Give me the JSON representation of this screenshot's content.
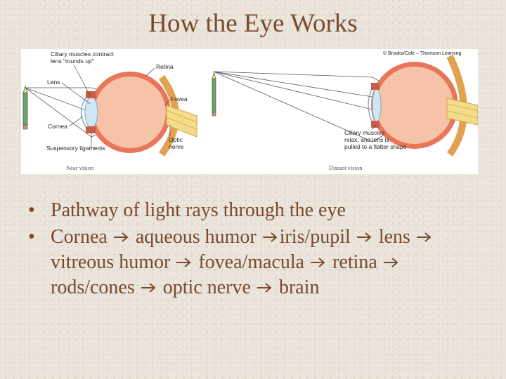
{
  "slide": {
    "title": "How the Eye Works"
  },
  "figure": {
    "near": {
      "ciliary_label_line1": "Ciliary muscles contract",
      "ciliary_label_line2": "lens \"rounds up\"",
      "lens_label": "Lens",
      "cornea_label": "Cornea",
      "suspensory_label": "Suspensory ligaments",
      "retina_label": "Retina",
      "fovea_label": "Fovea",
      "optic_line1": "Optic",
      "optic_line2": "nerve",
      "caption": "Near vision"
    },
    "distant": {
      "copyright": "© Brooks/Cole – Thomson Learning",
      "ciliary_line1": "Ciliary muscles",
      "ciliary_line2": "relax, and lens is",
      "ciliary_line3": "pulled to a flatter shape",
      "caption": "Distant vision"
    }
  },
  "bullets": [
    {
      "text": "Pathway of light rays through the eye"
    },
    {
      "steps": [
        "Cornea",
        "aqueous humor",
        "iris/pupil",
        "lens",
        "vitreous humor",
        "fovea/macula",
        "retina",
        "rods/cones",
        "optic nerve",
        "brain"
      ]
    }
  ],
  "colors": {
    "title_text": "#7a4a2c",
    "eye_sclera": "#e8765a",
    "eye_interior": "#f7c3a8",
    "lens": "#cfe6f3",
    "optic_nerve": "#f3dd8a"
  }
}
